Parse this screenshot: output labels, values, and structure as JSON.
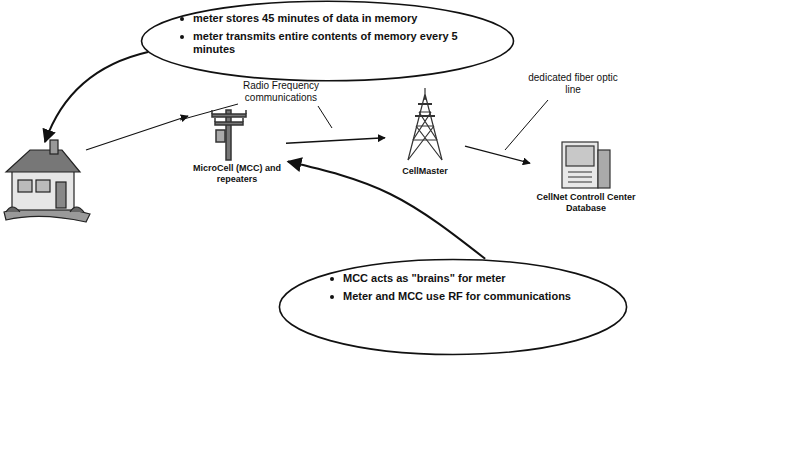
{
  "diagram": {
    "nodes": [
      {
        "text": [
          "meter stores 45 minutes of data in memory",
          "meter transmits entire contents of memory every 5 minutes"
        ]
      },
      {
        "text": [
          "MicroCell (MCC) and repeaters"
        ]
      },
      {
        "text": [
          "CellMaster"
        ]
      },
      {
        "text": [
          "CellNet Controll Center Database"
        ]
      },
      {
        "text": [
          "MCC acts as \"brains\" for meter",
          "Meter and MCC use RF for communications"
        ]
      }
    ],
    "edges": [
      {
        "from": 1,
        "to": 2,
        "arrow": "to"
      },
      {
        "from": 2,
        "to": 3,
        "arrow": "to"
      },
      {
        "from": 4,
        "to": 1,
        "arrow": "to"
      }
    ],
    "labels": [
      "Radio Frequency communications",
      "dedicated fiber optic line"
    ]
  }
}
